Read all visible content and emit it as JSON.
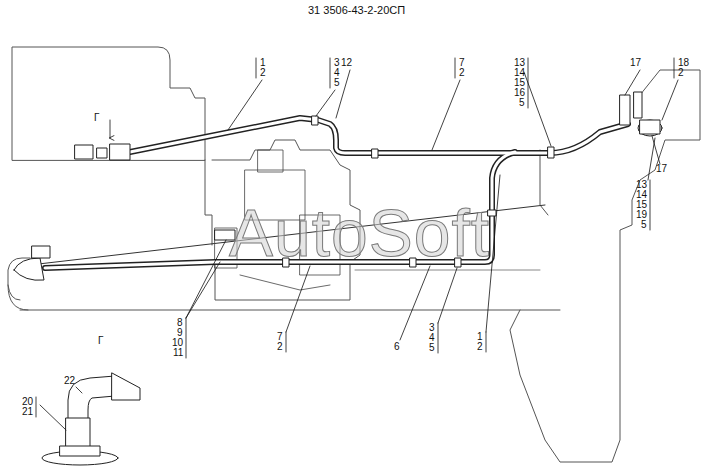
{
  "diagram": {
    "title": "31 3506-43-2-20СП",
    "labels": [
      "1",
      "2",
      "3",
      "4",
      "5",
      "12",
      "7",
      "2",
      "13",
      "14",
      "15",
      "16",
      "5",
      "17",
      "18",
      "2",
      "Г",
      "17",
      "13",
      "14",
      "15",
      "19",
      "5",
      "8",
      "9",
      "10",
      "11",
      "7",
      "2",
      "6",
      "3",
      "4",
      "5",
      "1",
      "2",
      "Г",
      "22",
      "20",
      "21",
      "AutoSoft"
    ]
  }
}
